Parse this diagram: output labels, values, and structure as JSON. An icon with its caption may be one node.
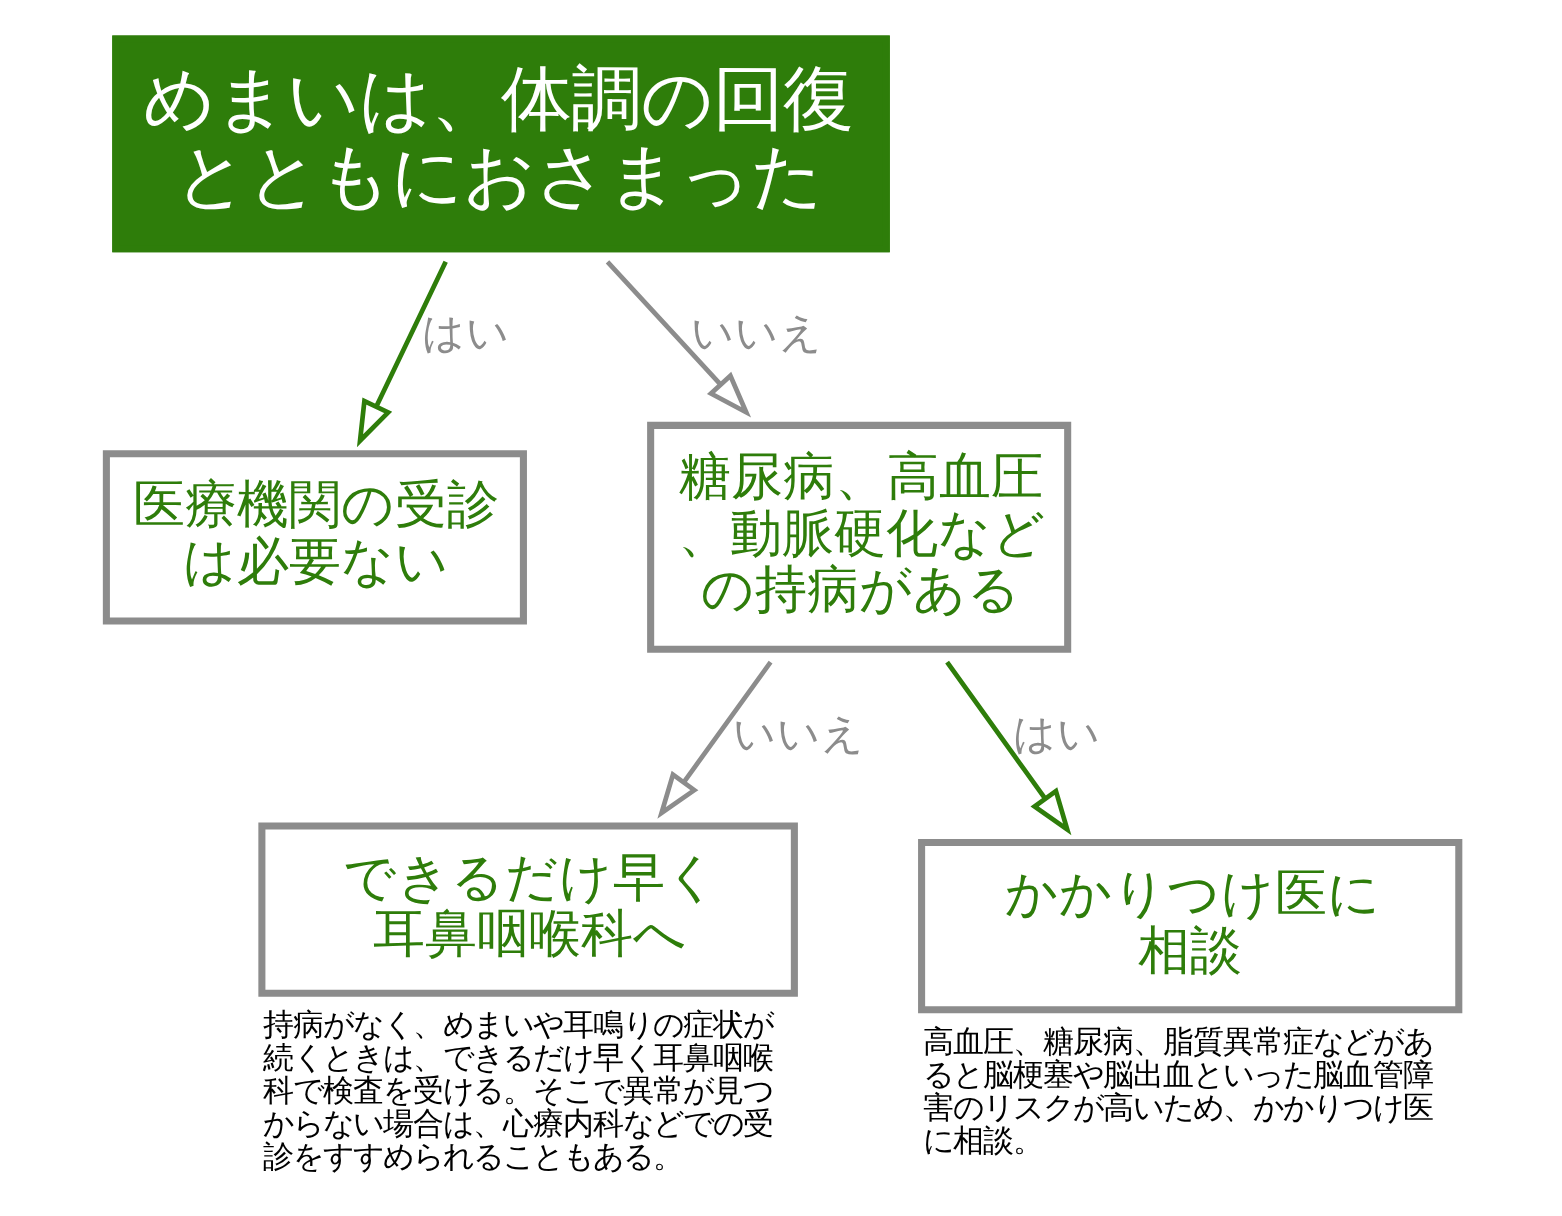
{
  "diagram": {
    "nodes": [
      {
        "text": [
          "めまいは、体調の回復とともにおさまった"
        ]
      },
      {
        "text": [
          "医療機関の受診は必要ない"
        ]
      },
      {
        "text": [
          "糖尿病、高血圧、動脈硬化などの持病がある"
        ]
      },
      {
        "text": [
          "できるだけ早く耳鼻咽喉科へ"
        ],
        "beside": [
          "持病がなく、めまいや耳鳴りの症状が続くときは、できるだけ早く耳鼻咽喉科で検査を受ける。そこで異常が見つからない場合は、心療内科などでの受診をすすめられることもある。"
        ]
      },
      {
        "text": [
          "かかりつけ医に相談"
        ],
        "beside": [
          "高血圧、糖尿病、脂質異常症などがあると脳梗塞や脳出血といった脳血管障害のリスクが高いため、かかりつけ医に相談。"
        ]
      }
    ],
    "edges": [
      {
        "from": 0,
        "to": 1,
        "arrow": "to",
        "label": "はい"
      },
      {
        "from": 0,
        "to": 2,
        "arrow": "to",
        "label": "いいえ",
        "color": "#8c8c8c"
      },
      {
        "from": 2,
        "to": 3,
        "arrow": "to",
        "label": "いいえ",
        "color": "#8c8c8c"
      },
      {
        "from": 2,
        "to": 4,
        "arrow": "to",
        "label": "はい"
      }
    ]
  }
}
